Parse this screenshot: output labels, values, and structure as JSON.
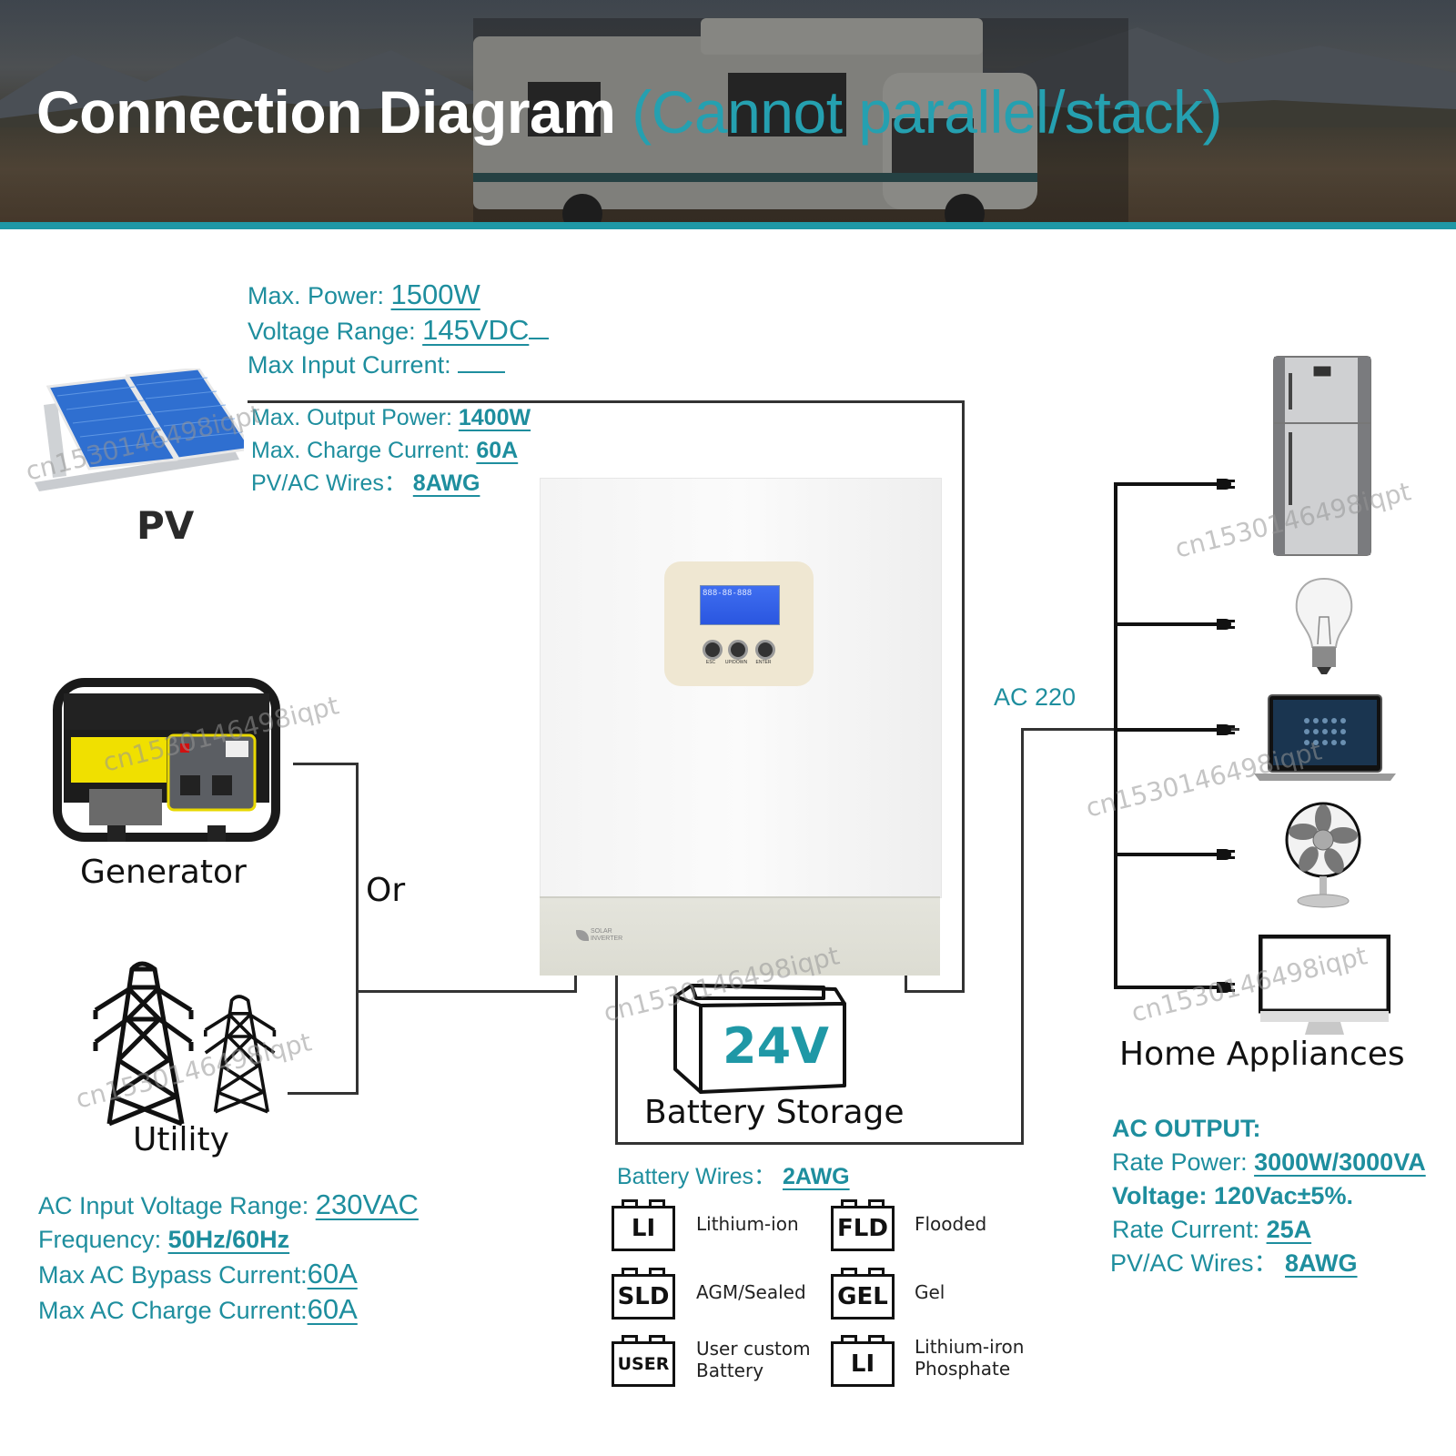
{
  "header": {
    "title": "Connection Diagram",
    "subtitle": "(Cannot parallel/stack)"
  },
  "colors": {
    "accent": "#1e8e9e",
    "title_accent": "#25a0b0",
    "header_bar": "#1f98a6",
    "lcd": "#2a56e0"
  },
  "pv": {
    "label": "PV",
    "icon": "solar-panel-icon",
    "specs": [
      {
        "label": "Max. Power: ",
        "value": "1500W"
      },
      {
        "label": "Voltage Range: ",
        "value": "145VDC"
      },
      {
        "label": "Max Input Current: ",
        "value": ""
      }
    ]
  },
  "inverter_specs": [
    {
      "label": "Max. Output Power: ",
      "value": "1400W"
    },
    {
      "label": "Max. Charge Current: ",
      "value": "60A"
    },
    {
      "label": "PV/AC Wires： ",
      "value": "8AWG"
    }
  ],
  "inverter": {
    "logo_line1": "SOLAR",
    "logo_line2": "INVERTER",
    "lcd_text": "888-88-888",
    "buttons": [
      {
        "label": "ESC",
        "icon": "power-icon"
      },
      {
        "label": "UP/DOWN",
        "icon": "up-down-icon"
      },
      {
        "label": "ENTER",
        "icon": "enter-icon"
      }
    ]
  },
  "sources": {
    "generator_label": "Generator",
    "or_label": "Or",
    "utility_label": "Utility"
  },
  "ac_input_specs": [
    {
      "label": "AC Input Voltage Range: ",
      "value": "230VAC"
    },
    {
      "label": "Frequency: ",
      "value": "50Hz/60Hz"
    },
    {
      "label": "Max AC Bypass Current:",
      "value": "60A"
    },
    {
      "label": "Max AC Charge Current:",
      "value": "60A"
    }
  ],
  "battery": {
    "voltage": "24V",
    "label": "Battery Storage",
    "wires_label": "Battery Wires： ",
    "wires_value": "2AWG",
    "types": [
      {
        "code": "LI",
        "desc": "Lithium-ion"
      },
      {
        "code": "FLD",
        "desc": "Flooded"
      },
      {
        "code": "SLD",
        "desc": "AGM/Sealed"
      },
      {
        "code": "GEL",
        "desc": "Gel"
      },
      {
        "code": "USER",
        "desc_line1": "User custom",
        "desc_line2": "Battery"
      },
      {
        "code": "LI",
        "desc_line1": "Lithium-iron",
        "desc_line2": "Phosphate"
      }
    ]
  },
  "ac_output": {
    "line_label": "AC 220",
    "appliances_label": "Home Appliances",
    "appliances": [
      "refrigerator",
      "light-bulb",
      "laptop",
      "fan",
      "monitor"
    ],
    "heading": "AC OUTPUT:",
    "specs": [
      {
        "label": "Rate Power: ",
        "value": "3000W/3000VA"
      },
      {
        "label": "Voltage: 120Vac±5%.",
        "value": ""
      },
      {
        "label": "Rate Current: ",
        "value": "25A"
      },
      {
        "label": "PV/AC Wires： ",
        "value": "8AWG"
      }
    ]
  },
  "watermark": "cn1530146498iqpt"
}
